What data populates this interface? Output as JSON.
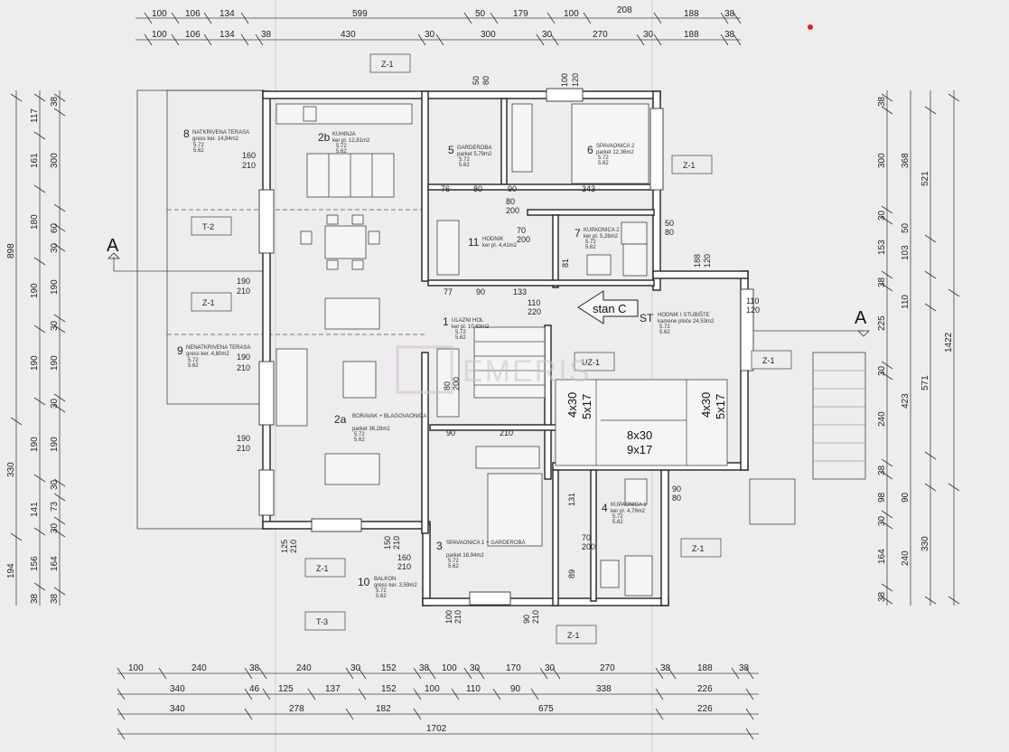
{
  "top_dims_row1": [
    "100",
    "106",
    "134",
    "599",
    "50",
    "179",
    "100",
    "208",
    "188",
    "38"
  ],
  "top_dims_row2": [
    "100",
    "106",
    "134",
    "38",
    "430",
    "30",
    "300",
    "30",
    "270",
    "30",
    "188",
    "38"
  ],
  "bottom_dims_row1": [
    "100",
    "240",
    "38",
    "240",
    "30",
    "152",
    "38",
    "100",
    "30",
    "170",
    "30",
    "270",
    "38",
    "188",
    "38"
  ],
  "bottom_dims_row2": [
    "340",
    "46",
    "125",
    "137",
    "152",
    "100",
    "110",
    "90",
    "338",
    "226"
  ],
  "bottom_dims_row3": [
    "340",
    "278",
    "182",
    "675",
    "226"
  ],
  "bottom_total": "1702",
  "left_dims_col1": [
    "898",
    "330",
    "194"
  ],
  "left_dims_col2": [
    "117",
    "161",
    "180",
    "190",
    "190",
    "190",
    "141",
    "156",
    "38"
  ],
  "left_dims_col3": [
    "38",
    "300",
    "60",
    "30",
    "190",
    "30",
    "190",
    "30",
    "190",
    "30",
    "73",
    "30",
    "164",
    "38"
  ],
  "right_dims_col1": [
    "38",
    "300",
    "30",
    "153",
    "38",
    "225",
    "30",
    "240",
    "38",
    "98",
    "30",
    "164",
    "38"
  ],
  "right_dims_col2": [
    "368",
    "50",
    "103",
    "110",
    "423",
    "90",
    "240"
  ],
  "right_dims_col3": [
    "521",
    "571",
    "330"
  ],
  "right_total": "1422",
  "rooms": [
    {
      "num": "8",
      "name": "NATKRIVENA TERASA",
      "sub": "gress ker. 14,84m2"
    },
    {
      "num": "2b",
      "name": "KUHINJA",
      "sub": "ker pl. 12,81m2"
    },
    {
      "num": "5",
      "name": "GARDEROBA",
      "sub": "parket 5,79m2"
    },
    {
      "num": "6",
      "name": "SPAVAONICA 2",
      "sub": "parket 12,36m2"
    },
    {
      "num": "7",
      "name": "KUPAONICA 2",
      "sub": "ker pl. 5,26m2"
    },
    {
      "num": "11",
      "name": "HODNIK",
      "sub": "ker pl. 4,41m2"
    },
    {
      "num": "1",
      "name": "ULAZNI HOL",
      "sub": "ker pl. 10,63m2"
    },
    {
      "num": "ST",
      "name": "HODNIK I STUBIŠTE",
      "sub": "kamene ploče 24,53m2"
    },
    {
      "num": "9",
      "name": "NENATKRIVENA TERASA",
      "sub": "gress ker. 4,80m2"
    },
    {
      "num": "2a",
      "name": "BORAVAK + BLAGOVAONICA",
      "sub": "parket 36,28m2"
    },
    {
      "num": "4",
      "name": "KUPAONICA 1",
      "sub": "ker pl. 4,79m2"
    },
    {
      "num": "3",
      "name": "SPAVAONICA 1 + GARDEROBA",
      "sub": "parket 18,94m2"
    },
    {
      "num": "10",
      "name": "BALKON",
      "sub": "gress ker. 3,59m2"
    }
  ],
  "level_mark": "5.72",
  "level_mark2": "5.62",
  "tags": {
    "z1": "Z-1",
    "t2": "T-2",
    "t3": "T-3",
    "uz1": "UZ-1"
  },
  "section_a": "A",
  "stan_label": "stan C",
  "stairs": {
    "s1": "4x30",
    "s2": "5x17",
    "s3": "8x30",
    "s4": "9x17",
    "s5": "4x30",
    "s6": "5x17"
  },
  "openings": {
    "o160": "160",
    "o210": "210",
    "o190": "190",
    "o76": "76",
    "o80": "80",
    "o90": "90",
    "o343": "343",
    "o70": "70",
    "o200": "200",
    "o77": "77",
    "o133": "133",
    "o110": "110",
    "o220": "220",
    "o120": "120",
    "o188": "188",
    "o50": "50",
    "o81": "81",
    "o131": "131",
    "o125": "125",
    "o150": "150",
    "o100": "100",
    "o89": "89"
  },
  "watermark": "EMERIS"
}
